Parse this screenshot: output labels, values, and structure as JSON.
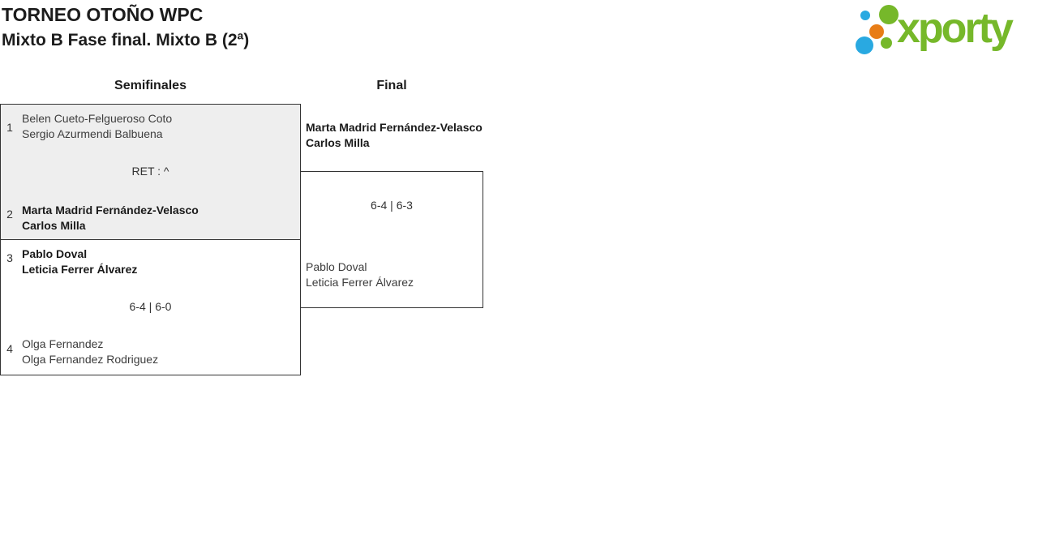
{
  "header": {
    "title": "TORNEO OTOÑO WPC",
    "subtitle": "Mixto B Fase final. Mixto B (2ª)"
  },
  "logo": {
    "wordmark": "xporty",
    "colors": {
      "green": "#76b82a",
      "blue": "#29a9e1",
      "orange": "#e87d17"
    }
  },
  "bracket": {
    "rounds": [
      {
        "label": "Semifinales",
        "matches": [
          {
            "top": {
              "seed": "1",
              "players": [
                "Belen Cueto-Felgueroso Coto",
                "Sergio Azurmendi Balbuena"
              ],
              "winner": false
            },
            "score": "RET : ^",
            "bottom": {
              "seed": "2",
              "players": [
                "Marta Madrid Fernández-Velasco",
                "Carlos Milla"
              ],
              "winner": true
            }
          },
          {
            "top": {
              "seed": "3",
              "players": [
                "Pablo Doval",
                "Leticia Ferrer Álvarez"
              ],
              "winner": true
            },
            "score": "6-4 | 6-0",
            "bottom": {
              "seed": "4",
              "players": [
                "Olga Fernandez",
                "Olga Fernandez Rodriguez"
              ],
              "winner": false
            }
          }
        ]
      },
      {
        "label": "Final",
        "matches": [
          {
            "top": {
              "players": [
                "Marta Madrid Fernández-Velasco",
                "Carlos Milla"
              ],
              "winner": true
            },
            "score": "6-4 | 6-3",
            "bottom": {
              "players": [
                "Pablo Doval",
                "Leticia Ferrer Álvarez"
              ],
              "winner": false
            }
          }
        ]
      }
    ]
  }
}
